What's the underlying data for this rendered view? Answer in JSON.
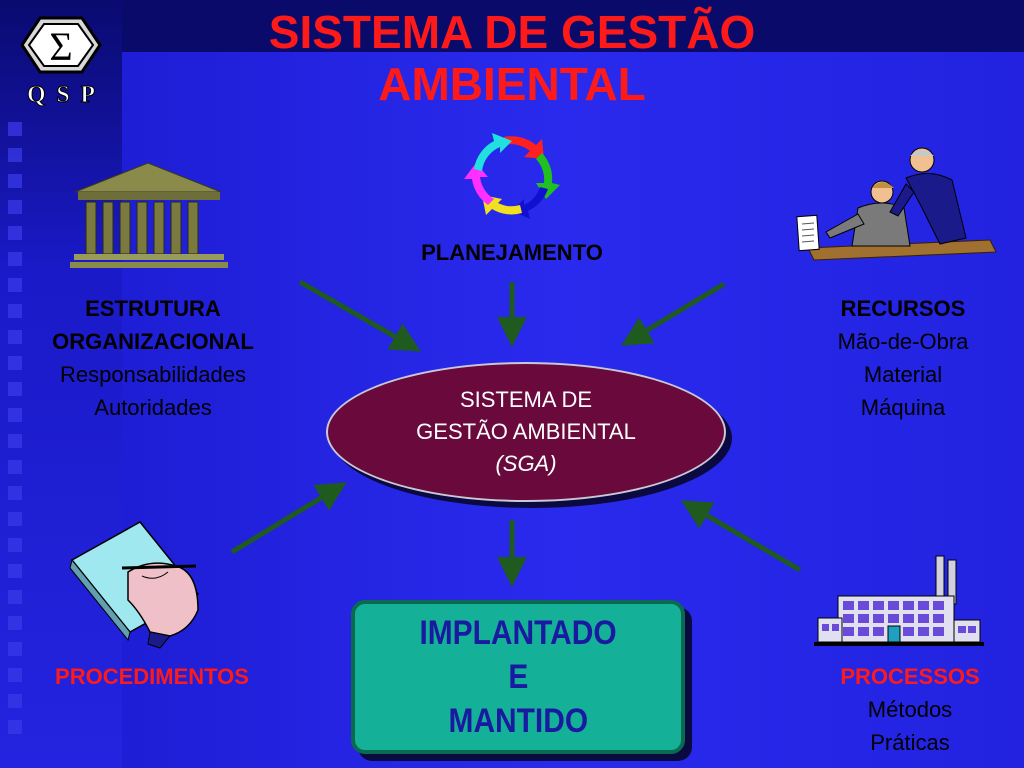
{
  "title": {
    "line1": "SISTEMA DE GESTÃO",
    "line2": "AMBIENTAL"
  },
  "logo": {
    "symbol": "Σ",
    "text": "QSP"
  },
  "planejamento": "PLANEJAMENTO",
  "estrutura": {
    "line1": "ESTRUTURA",
    "line2": "ORGANIZACIONAL",
    "item1": "Responsabilidades",
    "item2": "Autoridades"
  },
  "recursos": {
    "title": "RECURSOS",
    "item1": "Mão-de-Obra",
    "item2": "Material",
    "item3": "Máquina"
  },
  "center": {
    "line1": "SISTEMA DE",
    "line2": "GESTÃO AMBIENTAL",
    "line3": "(SGA)"
  },
  "procedimentos": "PROCEDIMENTOS",
  "processos": {
    "title": "PROCESSOS",
    "item1": "Métodos",
    "item2": "Práticas"
  },
  "result": {
    "line1": "IMPLANTADO",
    "line2": "E",
    "line3": "MANTIDO"
  },
  "colors": {
    "title": "#ff1a1a",
    "ellipse": "#6a0a3c",
    "box": "#14b098",
    "arrows": "#1f5a1f",
    "background": "#2a2aee"
  }
}
